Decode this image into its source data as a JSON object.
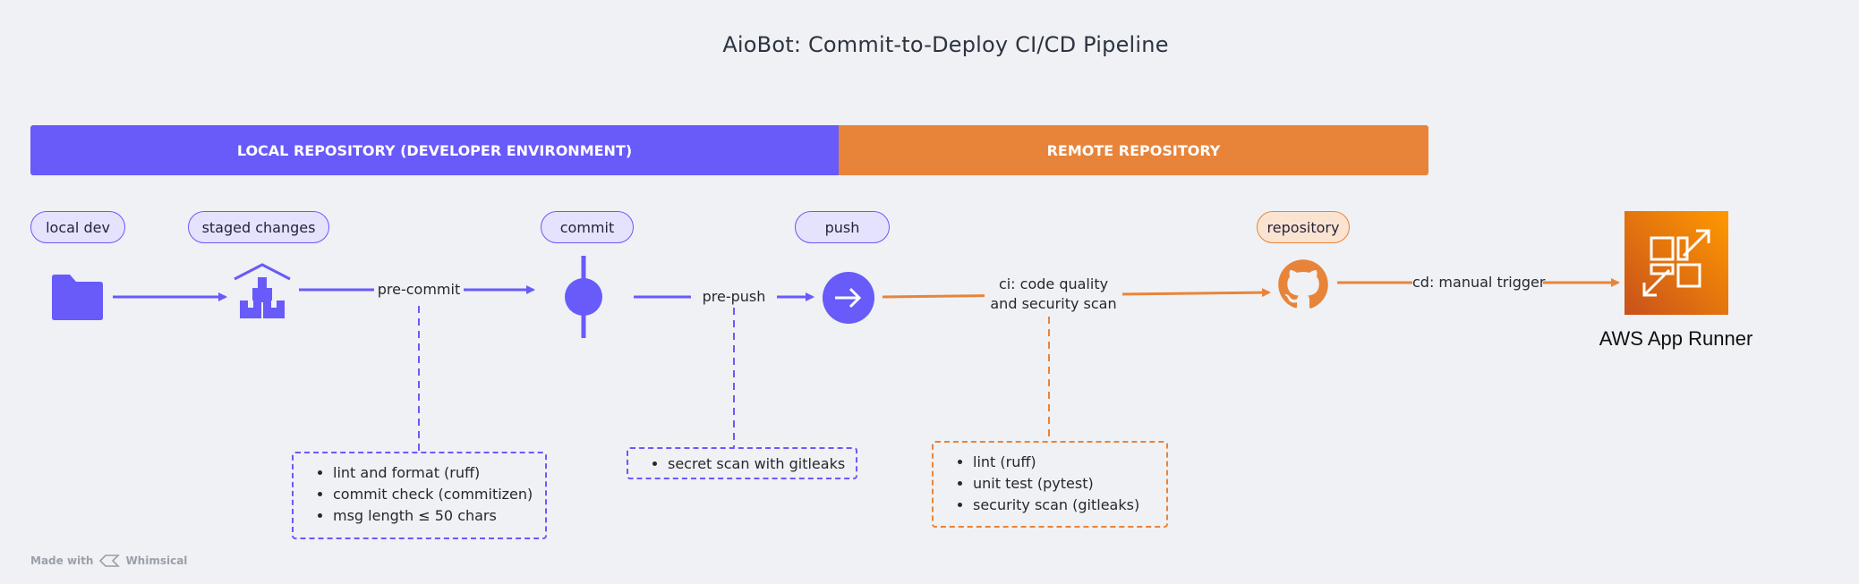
{
  "title": "AioBot: Commit-to-Deploy CI/CD Pipeline",
  "bands": {
    "local": "LOCAL REPOSITORY (DEVELOPER ENVIRONMENT)",
    "remote": "REMOTE REPOSITORY"
  },
  "stages": {
    "local_dev": "local dev",
    "staged_changes": "staged changes",
    "commit": "commit",
    "push": "push",
    "repository": "repository"
  },
  "edges": {
    "pre_commit": "pre-commit",
    "pre_push": "pre-push",
    "ci_line1": "ci: code quality",
    "ci_line2": "and security scan",
    "cd": "cd: manual trigger"
  },
  "notes": {
    "pre_commit": [
      "lint and format (ruff)",
      "commit check (commitizen)",
      "msg length ≤ 50 chars"
    ],
    "pre_push": [
      "secret scan with gitleaks"
    ],
    "ci": [
      "lint (ruff)",
      "unit test (pytest)",
      "security scan (gitleaks)"
    ]
  },
  "target": "AWS App Runner",
  "footer": {
    "made_with": "Made with",
    "brand": "Whimsical"
  },
  "colors": {
    "purple": "#695afa",
    "orange": "#e8843a",
    "background": "#eff1f4"
  },
  "icons": [
    "folder-icon",
    "boxes-icon",
    "commit-icon",
    "push-arrow-icon",
    "github-icon",
    "aws-app-runner-icon",
    "whimsical-logo-icon"
  ]
}
